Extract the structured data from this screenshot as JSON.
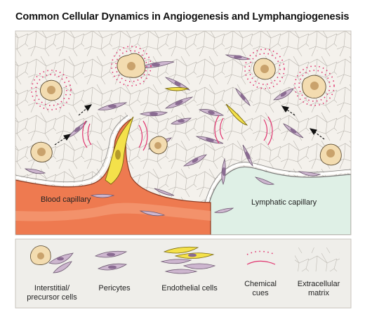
{
  "title": "Common Cellular Dynamics in Angiogenesis and Lymphangiogenesis",
  "panels": {
    "blood_label": "Blood capillary",
    "lymph_label": "Lymphatic capillary"
  },
  "legend": {
    "items": [
      {
        "label": "Interstitial/ precursor cells",
        "line1": "Interstitial/",
        "line2": "precursor cells"
      },
      {
        "label": "Pericytes",
        "line1": "Pericytes",
        "line2": ""
      },
      {
        "label": "Endothelial cells",
        "line1": "Endothelial cells",
        "line2": ""
      },
      {
        "label": "Chemical cues",
        "line1": "Chemical",
        "line2": "cues"
      },
      {
        "label": "Extracellular matrix",
        "line1": "Extracellular",
        "line2": "matrix"
      }
    ]
  },
  "colors": {
    "background": "#f4f1ec",
    "blood": "#ee7a50",
    "lymph": "#dff0e6",
    "pericyte": "#cdb6cf",
    "pericyte_nucleus": "#8a6b92",
    "endothelial": "#f4e14a",
    "precursor": "#f3dcb0",
    "precursor_nucleus": "#c9a26c",
    "cue": "#e0336e"
  }
}
